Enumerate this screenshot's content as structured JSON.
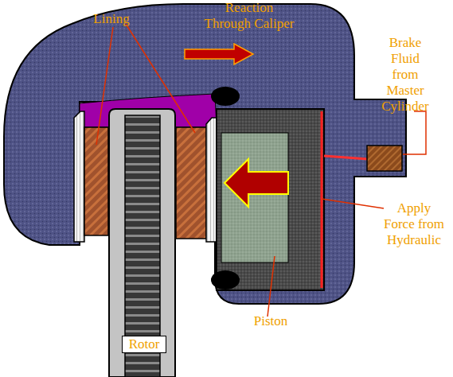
{
  "diagram": {
    "labels": [
      "Lining",
      "Reaction Through Caliper",
      "Brake Fluid from Master Cylinder",
      "Apply Force from Hydraulic",
      "Piston",
      "Rotor"
    ]
  }
}
